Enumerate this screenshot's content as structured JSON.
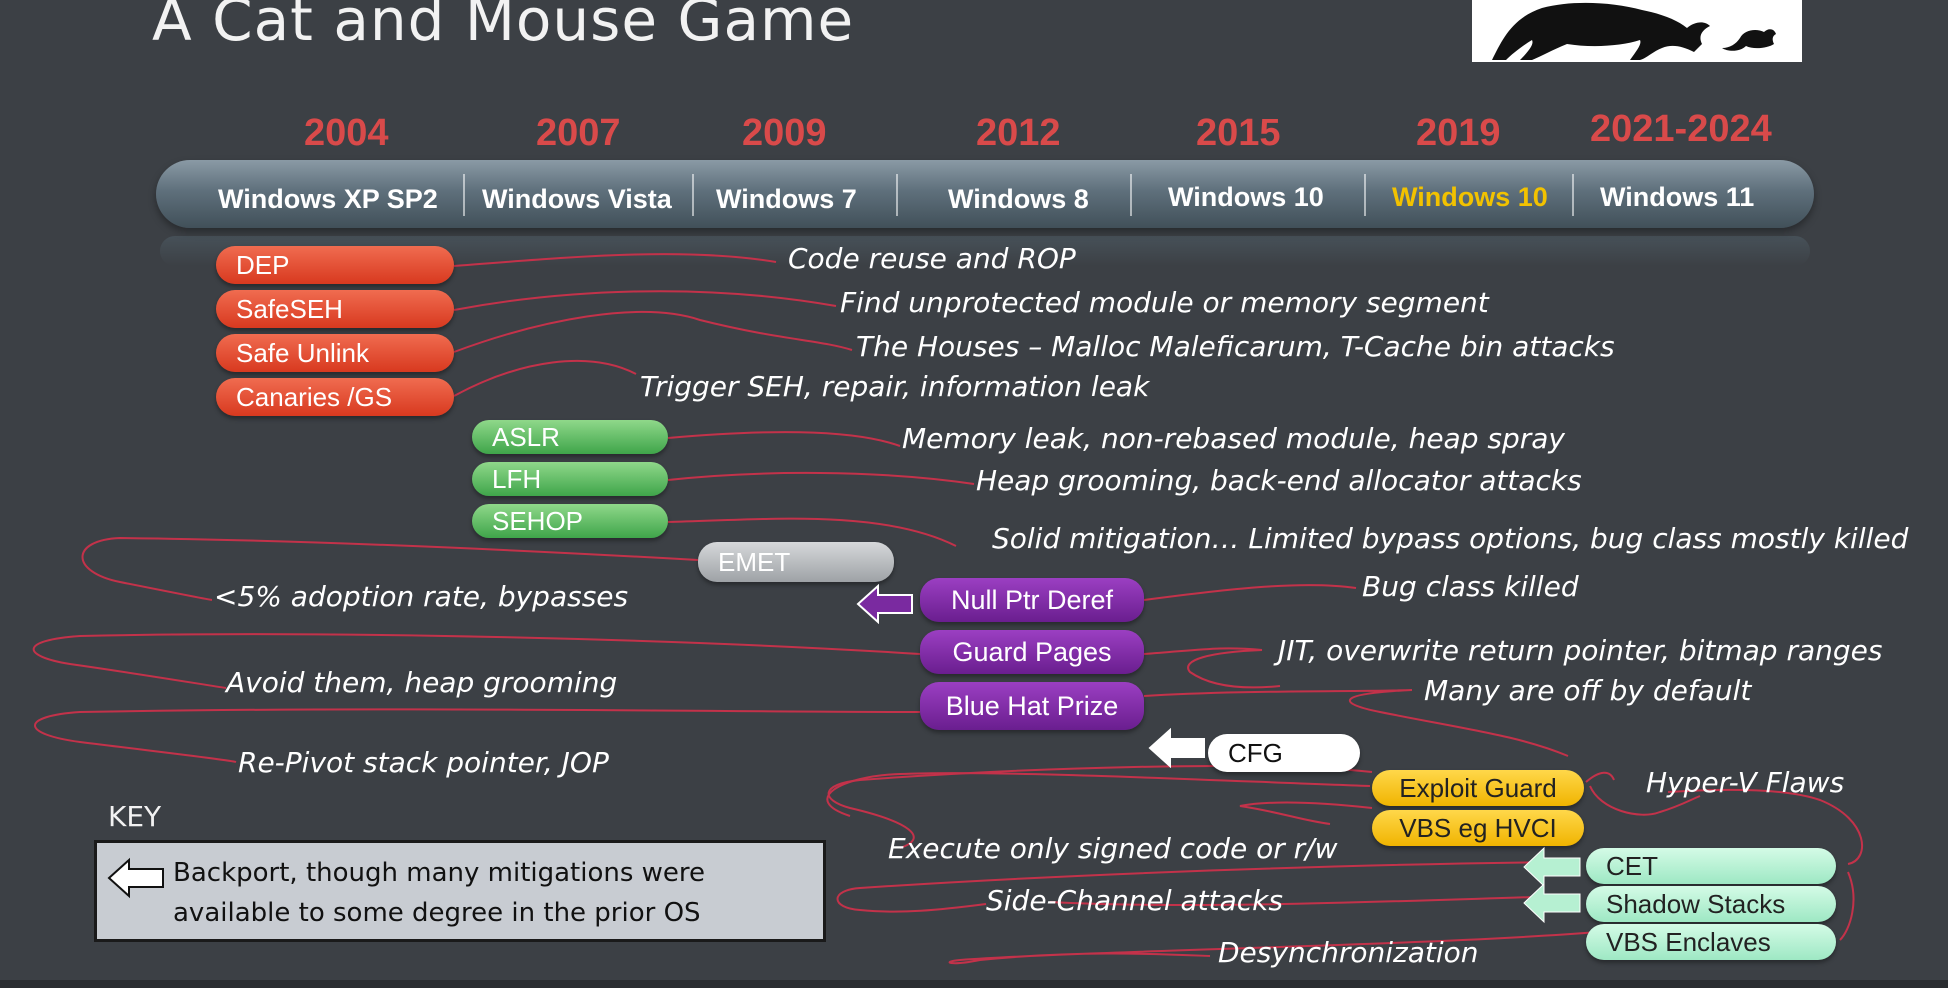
{
  "title": "A Cat and Mouse Game",
  "timeline": {
    "years": [
      "2004",
      "2007",
      "2009",
      "2012",
      "2015",
      "2019",
      "2021-2024"
    ],
    "versions": [
      "Windows XP SP2",
      "Windows Vista",
      "Windows 7",
      "Windows 8",
      "Windows 10",
      "Windows 10",
      "Windows 11"
    ],
    "highlight_color": "#f2c200"
  },
  "mitigations": {
    "dep": "DEP",
    "safeseh": "SafeSEH",
    "safe_unlink": "Safe Unlink",
    "canaries": "Canaries /GS",
    "aslr": "ASLR",
    "lfh": "LFH",
    "sehop": "SEHOP",
    "emet": "EMET",
    "null_ptr": "Null Ptr Deref",
    "guard_pages": "Guard Pages",
    "blue_hat": "Blue Hat Prize",
    "cfg": "CFG",
    "exploit_guard": "Exploit Guard",
    "vbs_hvci": "VBS eg HVCI",
    "cet": "CET",
    "shadow_stacks": "Shadow Stacks",
    "vbs_enclaves": "VBS Enclaves"
  },
  "bypasses": {
    "code_reuse": "Code reuse and ROP",
    "find_unprotected": "Find unprotected module or memory segment",
    "houses": "The Houses – Malloc Maleficarum, T-Cache bin attacks",
    "trigger_seh": "Trigger SEH, repair, information leak",
    "memory_leak": "Memory leak, non-rebased module, heap spray",
    "heap_grooming": "Heap grooming, back-end allocator attacks",
    "solid_mitigation": "Solid mitigation… Limited bypass options, bug class mostly killed",
    "adoption": "<5% adoption rate, bypasses",
    "bug_class_killed": "Bug class killed",
    "jit": "JIT, overwrite return pointer, bitmap ranges",
    "avoid_them": "Avoid them, heap grooming",
    "many_off": "Many are off by default",
    "re_pivot": "Re-Pivot stack pointer, JOP",
    "hyper_v": "Hyper-V Flaws",
    "execute_signed": "Execute only signed code or r/w",
    "side_channel": "Side-Channel attacks",
    "desync": "Desynchronization"
  },
  "key": {
    "label": "KEY",
    "text": "Backport, though many mitigations were available to some degree in the prior OS"
  },
  "icons": [
    "cat-mouse-logo-icon",
    "backport-arrow-icon"
  ]
}
